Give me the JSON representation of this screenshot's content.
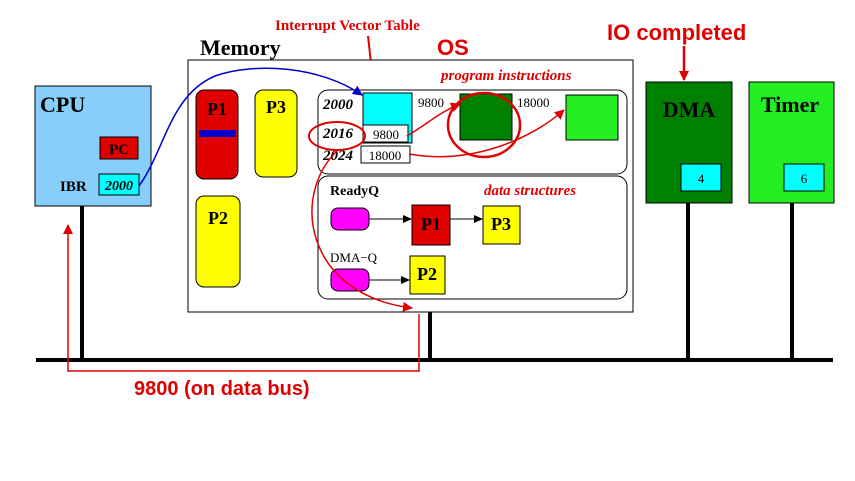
{
  "labels": {
    "ivt": "Interrupt Vector Table",
    "io_completed": "IO completed",
    "memory": "Memory",
    "os": "OS",
    "program_instructions": "program instructions",
    "data_structures": "data structures",
    "cpu": "CPU",
    "pc": "PC",
    "ibr": "IBR",
    "ibr_value": "2000",
    "dma": "DMA",
    "dma_value": "4",
    "timer": "Timer",
    "timer_value": "6",
    "p1": "P1",
    "p2": "P2",
    "p3": "P3",
    "addr_2000": "2000",
    "addr_2016": "2016",
    "addr_2024": "2024",
    "vec_2016": "9800",
    "vec_2024": "18000",
    "prog_9800": "9800",
    "prog_18000": "18000",
    "readyq": "ReadyQ",
    "readyq_p1": "P1",
    "readyq_p3": "P3",
    "dmaq": "DMA−Q",
    "dmaq_p2": "P2",
    "bus": "9800 (on data bus)"
  },
  "colors": {
    "red": "#e00000",
    "cyan": "#00ffff",
    "cpu_blue": "#87cefa",
    "dark_green": "#008000",
    "light_green": "#22ee22",
    "yellow": "#ffff00",
    "magenta": "#ff00ff",
    "blue": "#0000cc"
  }
}
